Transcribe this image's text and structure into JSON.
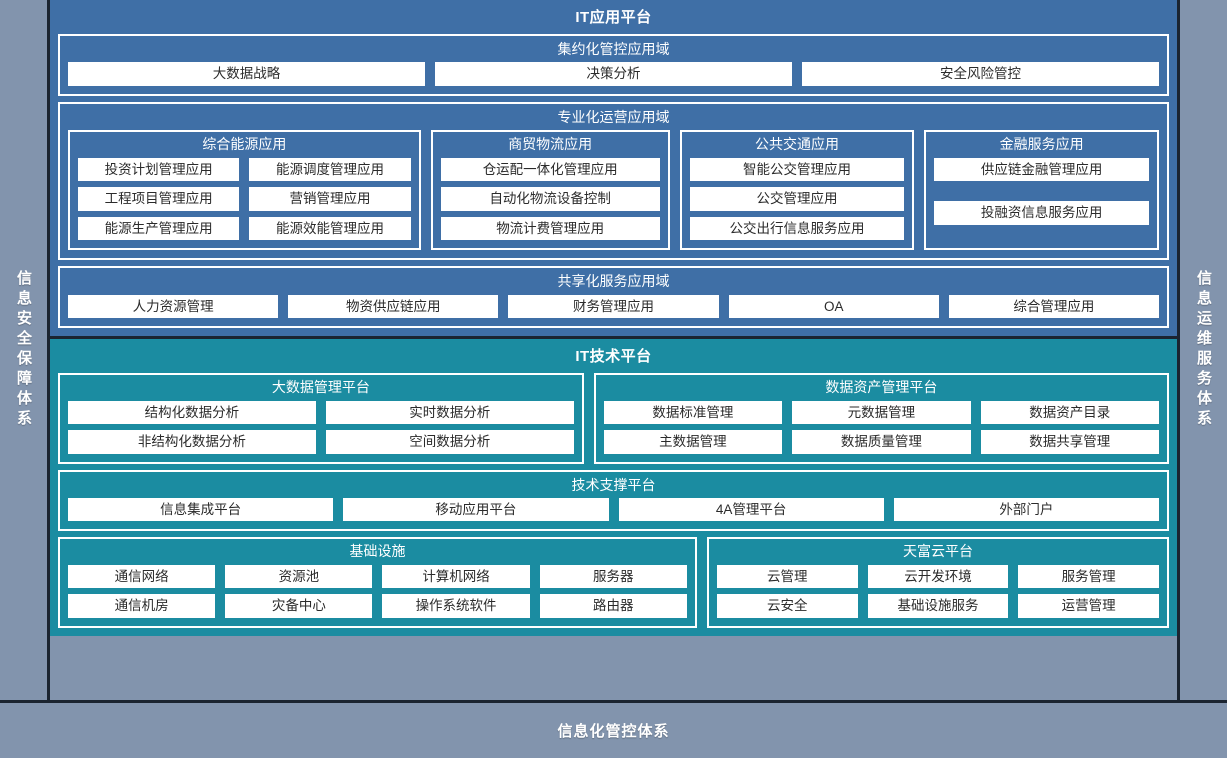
{
  "left_rail": {
    "label": "信息安全保障体系"
  },
  "right_rail": {
    "label": "信息运维服务体系"
  },
  "bottom_bar": {
    "label": "信息化管控体系"
  },
  "colors": {
    "app_platform_blue": "#3f6fa6",
    "tech_platform_teal": "#1b8ca1",
    "rail_slate": "#8294ad",
    "border_dark": "#1b2430",
    "chip_white": "#ffffff"
  },
  "app_platform": {
    "title": "IT应用平台",
    "domains": [
      {
        "title": "集约化管控应用域",
        "layout": "flat",
        "items": [
          "大数据战略",
          "决策分析",
          "安全风险管控"
        ]
      },
      {
        "title": "专业化运营应用域",
        "layout": "groups",
        "groups": [
          {
            "title": "综合能源应用",
            "columns": 2,
            "items": [
              "投资计划管理应用",
              "能源调度管理应用",
              "工程项目管理应用",
              "营销管理应用",
              "能源生产管理应用",
              "能源效能管理应用"
            ]
          },
          {
            "title": "商贸物流应用",
            "columns": 1,
            "items": [
              "仓运配一体化管理应用",
              "自动化物流设备控制",
              "物流计费管理应用"
            ]
          },
          {
            "title": "公共交通应用",
            "columns": 1,
            "items": [
              "智能公交管理应用",
              "公交管理应用",
              "公交出行信息服务应用"
            ]
          },
          {
            "title": "金融服务应用",
            "columns": 1,
            "items": [
              "供应链金融管理应用",
              "",
              "投融资信息服务应用"
            ]
          }
        ]
      },
      {
        "title": "共享化服务应用域",
        "layout": "flat",
        "items": [
          "人力资源管理",
          "物资供应链应用",
          "财务管理应用",
          "OA",
          "综合管理应用"
        ]
      }
    ]
  },
  "tech_platform": {
    "title": "IT技术平台",
    "rows": [
      {
        "layout": "groups",
        "groups": [
          {
            "title": "大数据管理平台",
            "columns": 2,
            "items": [
              "结构化数据分析",
              "实时数据分析",
              "非结构化数据分析",
              "空间数据分析"
            ]
          },
          {
            "title": "数据资产管理平台",
            "columns": 3,
            "items": [
              "数据标准管理",
              "元数据管理",
              "数据资产目录",
              "主数据管理",
              "数据质量管理",
              "数据共享管理"
            ]
          }
        ]
      },
      {
        "layout": "flat",
        "title": "技术支撑平台",
        "items": [
          "信息集成平台",
          "移动应用平台",
          "4A管理平台",
          "外部门户"
        ]
      },
      {
        "layout": "groups",
        "groups": [
          {
            "title": "基础设施",
            "columns": 4,
            "items": [
              "通信网络",
              "资源池",
              "计算机网络",
              "服务器",
              "通信机房",
              "灾备中心",
              "操作系统软件",
              "路由器"
            ]
          },
          {
            "title": "天富云平台",
            "columns": 3,
            "items": [
              "云管理",
              "云开发环境",
              "服务管理",
              "云安全",
              "基础设施服务",
              "运营管理"
            ]
          }
        ]
      }
    ]
  }
}
